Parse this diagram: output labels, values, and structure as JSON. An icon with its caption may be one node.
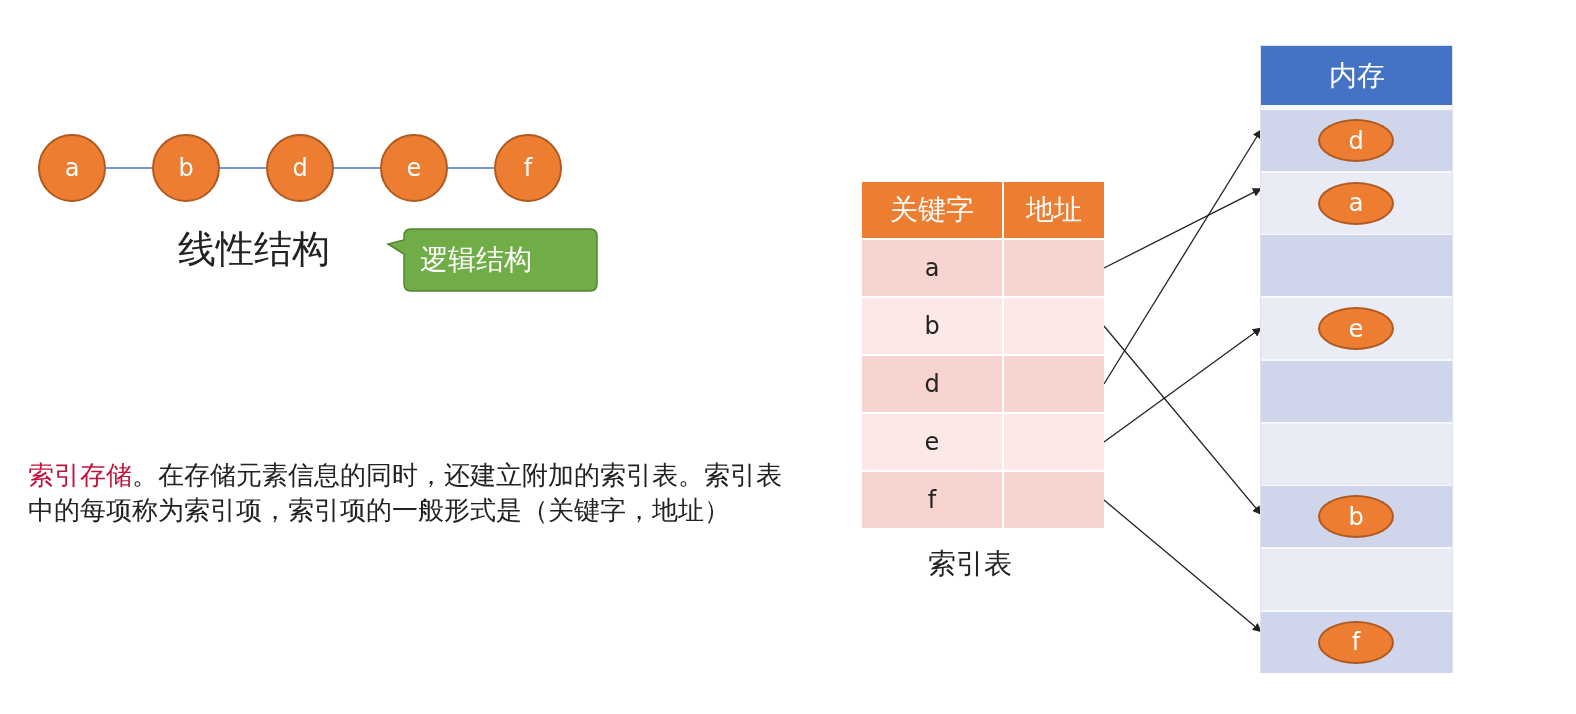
{
  "diagram": {
    "nodes": [
      {
        "text": [
          "a"
        ]
      },
      {
        "text": [
          "b"
        ]
      },
      {
        "text": [
          "d"
        ]
      },
      {
        "text": [
          "e"
        ]
      },
      {
        "text": [
          "f"
        ]
      },
      {
        "text": [
          "逻辑结构"
        ]
      },
      {
        "text": [
          "关键字"
        ]
      },
      {
        "text": [
          "地址"
        ]
      },
      {
        "text": [
          "a"
        ]
      },
      {
        "text": [],
        "shape": "box"
      },
      {
        "text": [
          "b"
        ]
      },
      {
        "text": [],
        "shape": "box"
      },
      {
        "text": [
          "d"
        ]
      },
      {
        "text": [],
        "shape": "box"
      },
      {
        "text": [
          "e"
        ]
      },
      {
        "text": [],
        "shape": "box"
      },
      {
        "text": [
          "f"
        ]
      },
      {
        "text": [],
        "shape": "box"
      },
      {
        "text": [
          "内存"
        ]
      },
      {
        "text": [],
        "shape": "box",
        "in": 18
      },
      {
        "text": [
          "d"
        ],
        "in": 19
      },
      {
        "text": [],
        "shape": "box",
        "in": 18
      },
      {
        "text": [
          "a"
        ],
        "in": 21
      },
      {
        "text": [],
        "shape": "box",
        "in": 18
      },
      {
        "text": [],
        "shape": "box",
        "in": 18
      },
      {
        "text": [
          "e"
        ],
        "in": 24
      },
      {
        "text": [],
        "shape": "box",
        "in": 18
      },
      {
        "text": [],
        "shape": "box",
        "in": 18
      },
      {
        "text": [],
        "shape": "box",
        "in": 18
      },
      {
        "text": [
          "b"
        ],
        "in": 28
      },
      {
        "text": [],
        "shape": "box",
        "in": 18
      },
      {
        "text": [],
        "shape": "box",
        "in": 18
      },
      {
        "text": [
          "f"
        ],
        "in": 31
      }
    ],
    "edges": [
      {
        "from": 0,
        "to": 1,
        "arrow": "none",
        "color": "#4472c4"
      },
      {
        "from": 1,
        "to": 2,
        "arrow": "none",
        "color": "#4472c4"
      },
      {
        "from": 2,
        "to": 3,
        "arrow": "none",
        "color": "#4472c4"
      },
      {
        "from": 3,
        "to": 4,
        "arrow": "none",
        "color": "#4472c4"
      },
      {
        "from": 9,
        "to": 21,
        "arrow": "to"
      },
      {
        "from": 11,
        "to": 28,
        "arrow": "to"
      },
      {
        "from": 13,
        "to": 19,
        "arrow": "to"
      },
      {
        "from": 15,
        "to": 24,
        "arrow": "to"
      },
      {
        "from": 17,
        "to": 31,
        "arrow": "to"
      }
    ],
    "labels": [
      "线性结构",
      "**索引存储**。在存储元素信息的同时，还建立附加的索引表。索引表中的每项称为索引项，索引项的一般形式是（关键字，地址）",
      "索引表"
    ]
  }
}
